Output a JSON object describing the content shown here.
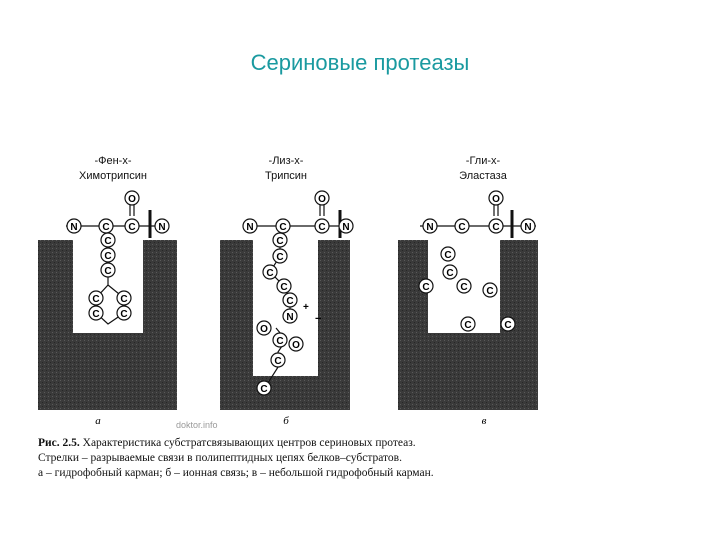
{
  "slide": {
    "title": "Сериновые протеазы"
  },
  "figure": {
    "watermark": "doktor.info",
    "panels": [
      {
        "id": "a",
        "substrate": "-Фен-х-",
        "enzyme": "Химотрипсин",
        "letter": "а",
        "backbone": [
          "N",
          "C",
          "C",
          "N"
        ],
        "carbonyl_oxygen": "O",
        "side_chain": [
          "C",
          "C",
          "C",
          "C",
          "C",
          "C",
          "C"
        ]
      },
      {
        "id": "b",
        "substrate": "-Лиз-х-",
        "enzyme": "Трипсин",
        "letter": "б",
        "backbone": [
          "N",
          "C",
          "C",
          "N"
        ],
        "carbonyl_oxygen": "O",
        "side_chain": [
          "C",
          "C",
          "C",
          "C",
          "C",
          "N"
        ],
        "charges": [
          "+",
          "−"
        ],
        "pocket_atoms": [
          "O",
          "C",
          "O",
          "C",
          "C"
        ]
      },
      {
        "id": "c",
        "substrate": "-Гли-х-",
        "enzyme": "Эластаза",
        "letter": "в",
        "backbone": [
          "N",
          "C",
          "C",
          "N"
        ],
        "carbonyl_oxygen": "O",
        "pocket_atoms": [
          "C",
          "C",
          "C",
          "C",
          "C",
          "C",
          "C"
        ]
      }
    ]
  },
  "caption": {
    "number": "Рис. 2.5.",
    "lines": [
      "Характеристика субстратсвязывающих центров сериновых протеаз.",
      "Стрелки – разрываемые связи в полипептидных цепях белков–субстратов.",
      "а – гидрофобный карман; б – ионная связь; в – небольшой гидрофобный карман."
    ]
  },
  "colors": {
    "title": "#1a9aa0",
    "pocket": "#3a3a3a",
    "atom_fill": "#ffffff",
    "ink": "#111111"
  }
}
